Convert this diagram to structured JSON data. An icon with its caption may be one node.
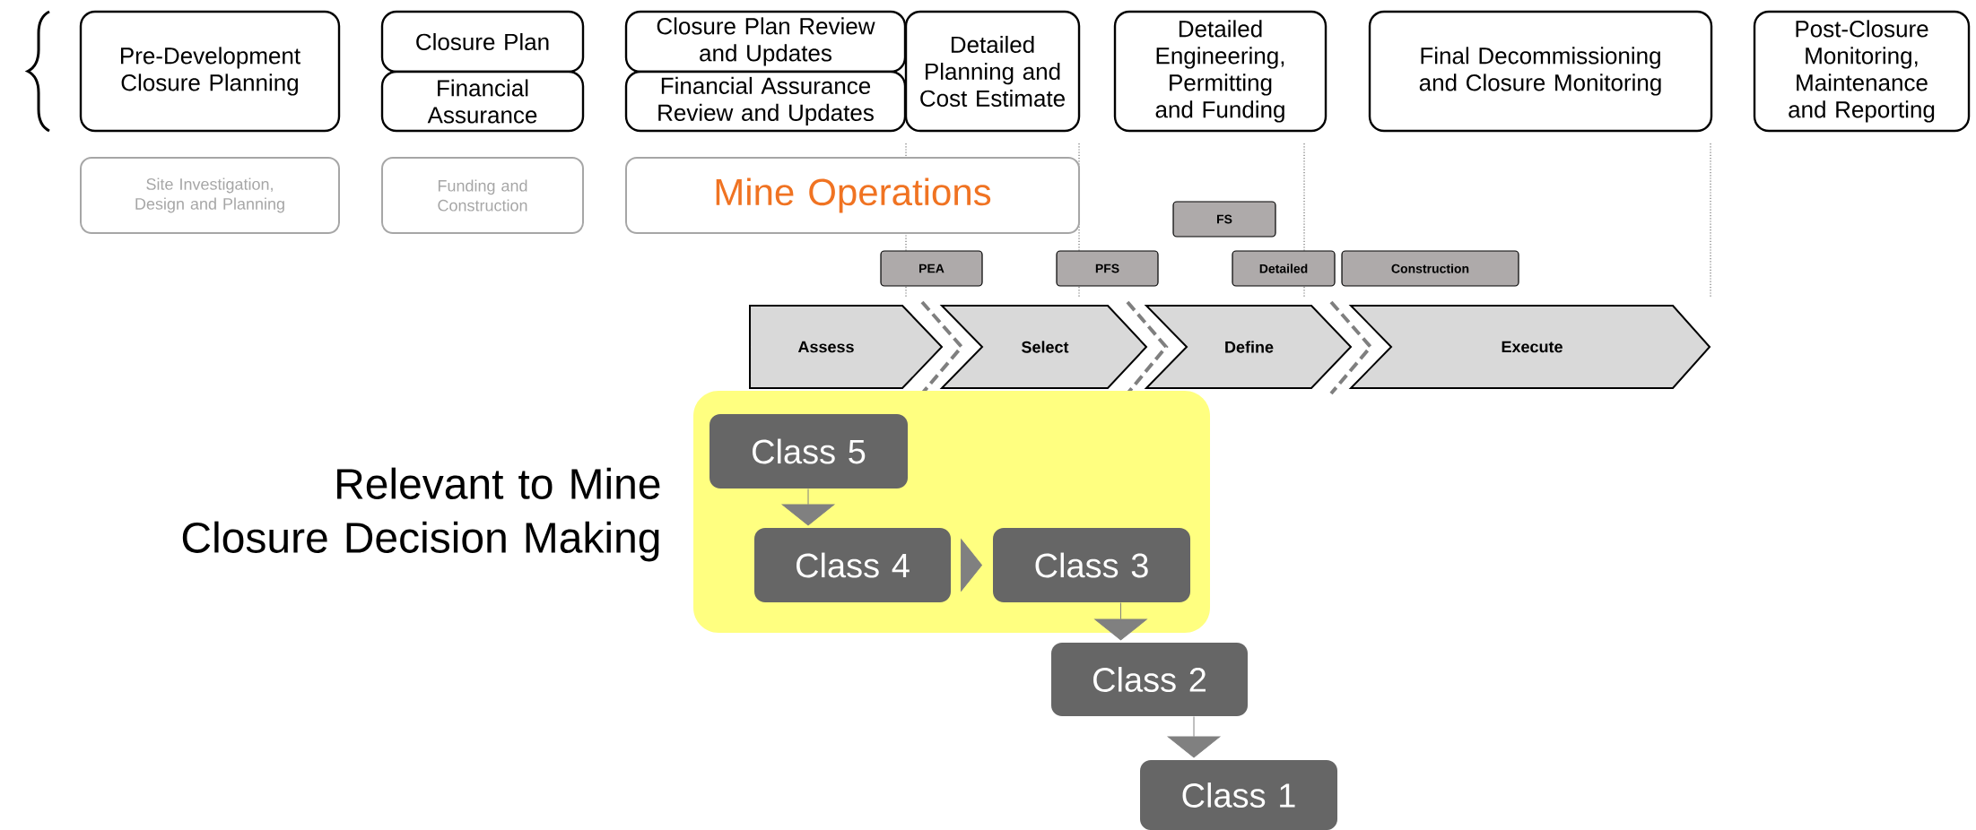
{
  "diagram": {
    "nodes": [
      {
        "text": [
          "Pre-Development Closure Planning"
        ]
      },
      {
        "text": [
          "Closure Plan"
        ]
      },
      {
        "text": [
          "Financial Assurance"
        ]
      },
      {
        "text": [
          "Closure Plan Review and Updates"
        ]
      },
      {
        "text": [
          "Financial Assurance Review and Updates"
        ]
      },
      {
        "text": [
          "Detailed Planning and Cost Estimate"
        ]
      },
      {
        "text": [
          "Detailed Engineering, Permitting and Funding"
        ]
      },
      {
        "text": [
          "Final Decommissioning and Closure Monitoring"
        ]
      },
      {
        "text": [
          "Post-Closure Monitoring, Maintenance and Reporting"
        ]
      },
      {
        "text": [
          "Site Investigation, Design and Planning"
        ]
      },
      {
        "text": [
          "Funding and Construction"
        ]
      },
      {
        "text": [
          "Mine Operations"
        ]
      },
      {
        "text": [
          "FS"
        ]
      },
      {
        "text": [
          "PEA"
        ]
      },
      {
        "text": [
          "PFS"
        ]
      },
      {
        "text": [
          "Detailed"
        ]
      },
      {
        "text": [
          "Construction"
        ]
      },
      {
        "text": [
          "Assess"
        ]
      },
      {
        "text": [
          "Select"
        ]
      },
      {
        "text": [
          "Define"
        ]
      },
      {
        "text": [
          "Execute"
        ]
      },
      {
        "text": [
          "Relevant to Mine Closure Decision Making"
        ]
      },
      {
        "text": [
          "Class 5"
        ],
        "in": 21
      },
      {
        "text": [
          "Class 4"
        ],
        "in": 21
      },
      {
        "text": [
          "Class 3"
        ],
        "in": 21
      },
      {
        "text": [
          "Class 2"
        ]
      },
      {
        "text": [
          "Class 1"
        ]
      }
    ],
    "edges": [
      {
        "from": 22,
        "to": 23,
        "arrow": "to"
      },
      {
        "from": 23,
        "to": 24,
        "arrow": "to"
      },
      {
        "from": 24,
        "to": 25,
        "arrow": "to"
      },
      {
        "from": 25,
        "to": 26,
        "arrow": "to"
      }
    ]
  }
}
